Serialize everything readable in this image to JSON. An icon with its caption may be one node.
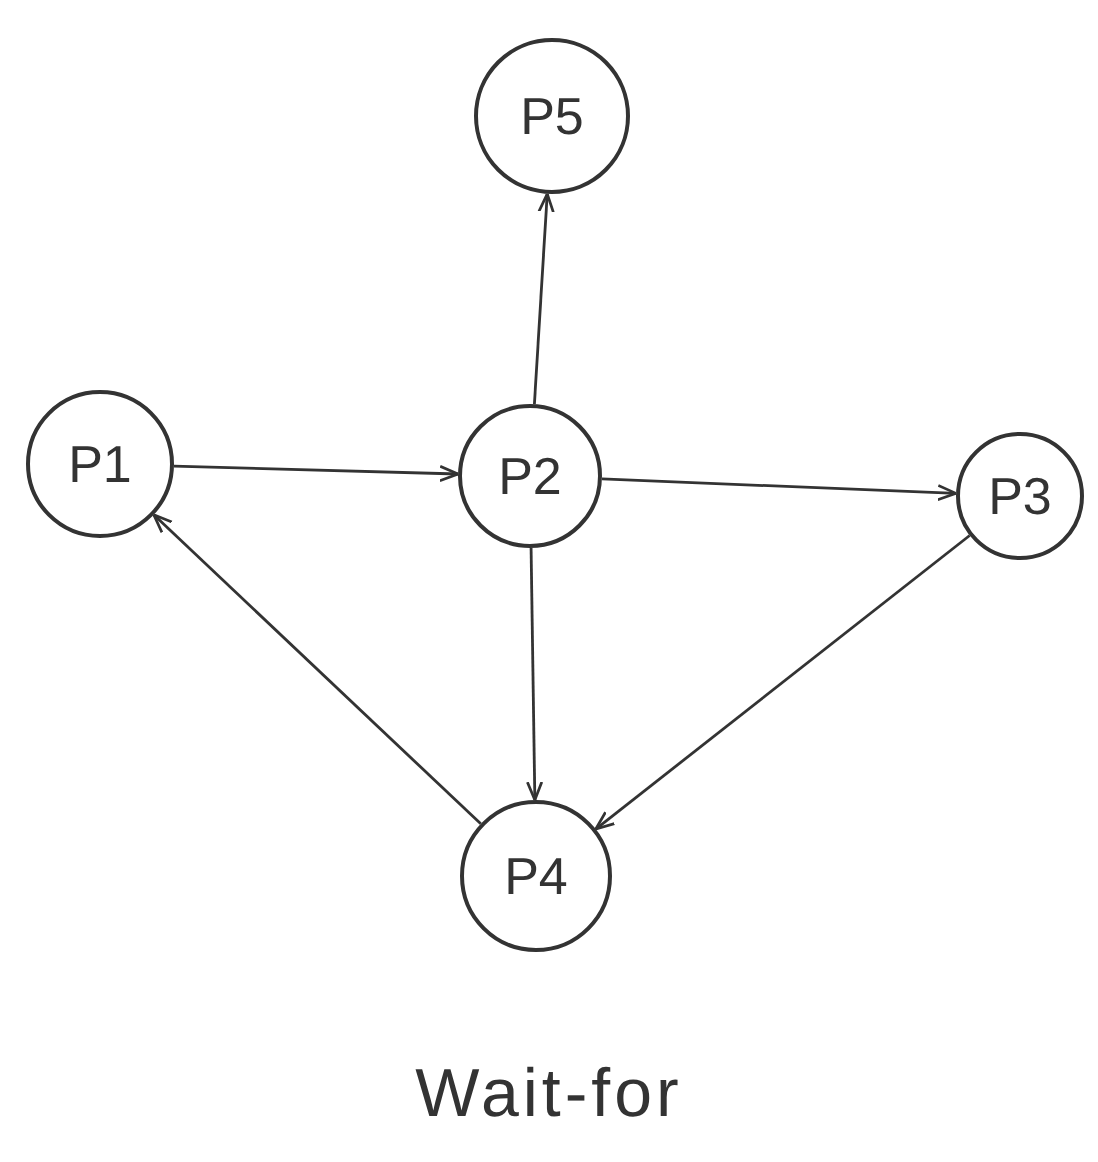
{
  "diagram": {
    "caption": "Wait-for",
    "nodes": [
      {
        "text": [
          "P5"
        ]
      },
      {
        "text": [
          "P1"
        ]
      },
      {
        "text": [
          "P2"
        ]
      },
      {
        "text": [
          "P3"
        ]
      },
      {
        "text": [
          "P4"
        ]
      }
    ],
    "edges": [
      {
        "from": 2,
        "to": 0,
        "arrow": "to"
      },
      {
        "from": 1,
        "to": 2,
        "arrow": "to"
      },
      {
        "from": 2,
        "to": 3,
        "arrow": "to"
      },
      {
        "from": 2,
        "to": 4,
        "arrow": "to"
      },
      {
        "from": 3,
        "to": 4,
        "arrow": "to"
      },
      {
        "from": 4,
        "to": 1,
        "arrow": "to"
      }
    ]
  }
}
